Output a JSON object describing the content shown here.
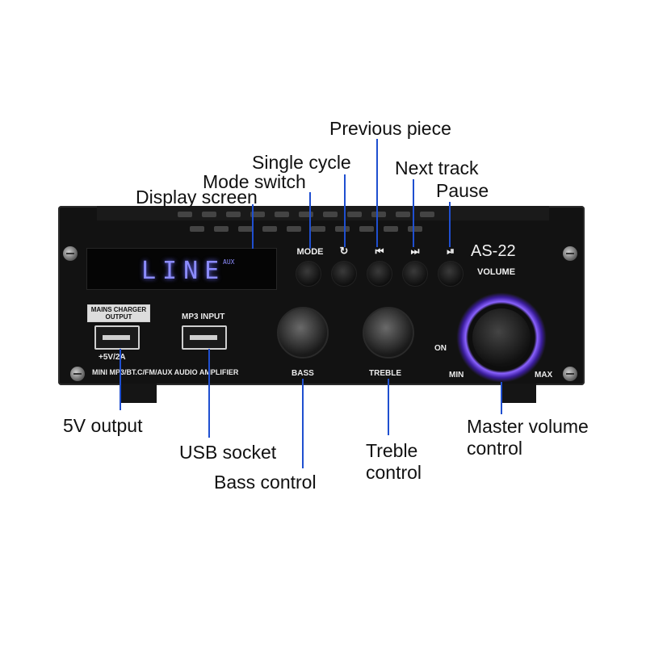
{
  "callouts": {
    "previous_piece": "Previous piece",
    "single_cycle": "Single cycle",
    "next_track": "Next track",
    "mode_switch": "Mode switch",
    "pause": "Pause",
    "display_screen": "Display screen",
    "five_v_output": "5V output",
    "usb_socket": "USB socket",
    "bass_control": "Bass control",
    "treble_control": "Treble\ncontrol",
    "master_volume_control": "Master volume\ncontrol"
  },
  "device": {
    "display_text": "LINE",
    "display_aux": "AUX",
    "model": "AS-22",
    "volume_label": "VOLUME",
    "mode_label": "MODE",
    "single_cycle_symbol": "↻",
    "previous_symbol": "⏮",
    "next_symbol": "⏭",
    "pause_symbol": "⏯",
    "mains_charger_output": "MAINS CHARGER\nOUTPUT",
    "mp3_input": "MP3 INPUT",
    "usb_rating": "+5V/2A",
    "product_line": "MINI MP3/BT.C/FM/AUX AUDIO AMPLIFIER",
    "bass_label": "BASS",
    "treble_label": "TREBLE",
    "min_label": "MIN",
    "max_label": "MAX",
    "on_label": "ON"
  },
  "colors": {
    "leader": "#1f4fd0",
    "lcd_glow": "#8c8cff",
    "volume_ring": "#8a62ff"
  }
}
